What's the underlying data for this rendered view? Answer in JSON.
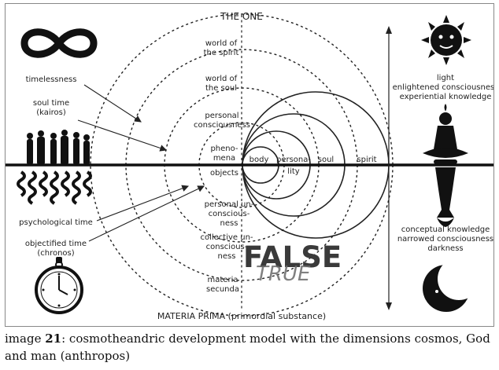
{
  "title_top": "THE ONE",
  "title_bottom": "MATERIA PRIMA (primordial substance)",
  "left_labels": {
    "timelessness": "timelessness",
    "soul_time_1": "soul time",
    "soul_time_2": "(kairos)",
    "psychological_time": "psychological time",
    "objectified_time_1": "objectified time",
    "objectified_time_2": "(chronos)"
  },
  "right_labels": {
    "light": "light",
    "enlightened": "enlightened consciousness",
    "experiential": "experiential knowledge",
    "conceptual": "conceptual knowledge",
    "narrowed": "narrowed consciousness",
    "darkness": "darkness"
  },
  "rings_upper": {
    "spirit_1": "world of",
    "spirit_2": "the spirit",
    "soul_1": "world of",
    "soul_2": "the soul",
    "personal_1": "personal",
    "personal_2": "consciousness",
    "phenomena_1": "pheno-",
    "phenomena_2": "mena",
    "objects": "objects"
  },
  "rings_lower": {
    "pu_1": "personal un-",
    "pu_2": "conscious-",
    "pu_3": "ness",
    "cu_1": "collective un-",
    "cu_2": "conscious-",
    "cu_3": "ness",
    "ms_1": "materia",
    "ms_2": "secunda"
  },
  "inner_circles": {
    "body": "body",
    "personality_1": "persona-",
    "personality_2": "lity",
    "soul": "soul",
    "spirit": "spirit"
  },
  "overlay": {
    "false": "FALSE",
    "true": "TRUE"
  },
  "caption": {
    "prefix": "image ",
    "number": "21",
    "text": ": cosmotheandric development model with the dimensions cosmos, God and man (anthropos)"
  }
}
